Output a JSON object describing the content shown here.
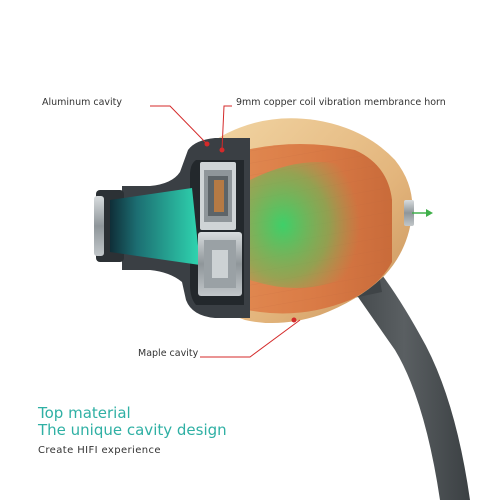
{
  "labels": {
    "aluminum": "Aluminum cavity",
    "coil": "9mm copper coil vibration membrance horn",
    "maple": "Maple cavity"
  },
  "tagline": {
    "line1": "Top material",
    "line2": "The unique cavity design",
    "line3": "Create HIFI experience"
  },
  "colors": {
    "wood": "#e8c08a",
    "wood_cut": "#d9794a",
    "aluminum": "#3a3f44",
    "cable": "#4a4f52",
    "sound_wave": "#3fd06a",
    "leader_line": "#d42a2a",
    "accent_text": "#2fb0a4"
  }
}
